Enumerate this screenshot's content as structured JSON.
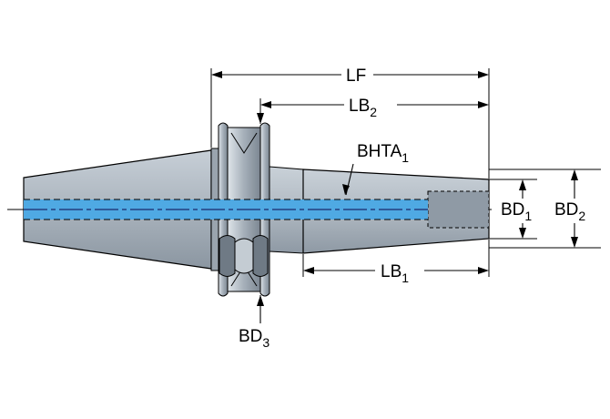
{
  "diagram": {
    "labels": {
      "lf": {
        "main": "LF",
        "sub": ""
      },
      "lb2": {
        "main": "LB",
        "sub": "2"
      },
      "bhta1": {
        "main": "BHTA",
        "sub": "1"
      },
      "bd1": {
        "main": "BD",
        "sub": "1"
      },
      "bd2": {
        "main": "BD",
        "sub": "2"
      },
      "lb1": {
        "main": "LB",
        "sub": "1"
      },
      "bd3": {
        "main": "BD",
        "sub": "3"
      }
    },
    "colors": {
      "body": "#a8b2bc",
      "body_dark": "#7f8a95",
      "body_light": "#d6dde3",
      "coolant": "#4fa9e3",
      "outline": "#000000"
    }
  }
}
